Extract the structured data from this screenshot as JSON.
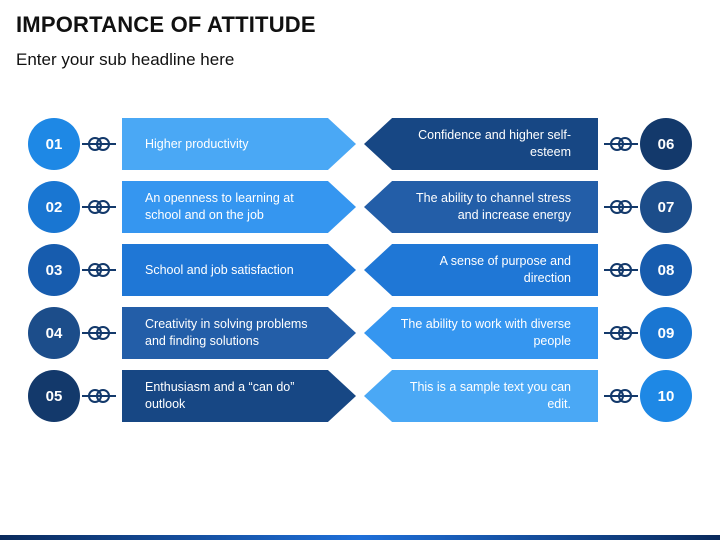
{
  "title": "IMPORTANCE OF ATTITUDE",
  "subtitle": "Enter your sub headline here",
  "items": [
    {
      "num": "01",
      "text": "Higher productivity",
      "color": "#4aa8f5",
      "circle": "#1e88e5"
    },
    {
      "num": "02",
      "text": "An openness to learning at school and on the job",
      "color": "#3596f0",
      "circle": "#1976d2"
    },
    {
      "num": "03",
      "text": "School and job satisfaction",
      "color": "#1f77d6",
      "circle": "#175cae"
    },
    {
      "num": "04",
      "text": "Creativity in solving problems and finding solutions",
      "color": "#235ea8",
      "circle": "#1c4d8a"
    },
    {
      "num": "05",
      "text": "Enthusiasm and a “can do” outlook",
      "color": "#174784",
      "circle": "#13396b"
    },
    {
      "num": "06",
      "text": "Confidence and higher self-esteem",
      "color": "#174784",
      "circle": "#13396b"
    },
    {
      "num": "07",
      "text": "The ability to channel stress and increase energy",
      "color": "#235ea8",
      "circle": "#1c4d8a"
    },
    {
      "num": "08",
      "text": "A sense of purpose and direction",
      "color": "#1f77d6",
      "circle": "#175cae"
    },
    {
      "num": "09",
      "text": "The ability to work with diverse people",
      "color": "#3596f0",
      "circle": "#1976d2"
    },
    {
      "num": "10",
      "text": "This is a sample text you can edit.",
      "color": "#4aa8f5",
      "circle": "#1e88e5"
    }
  ]
}
